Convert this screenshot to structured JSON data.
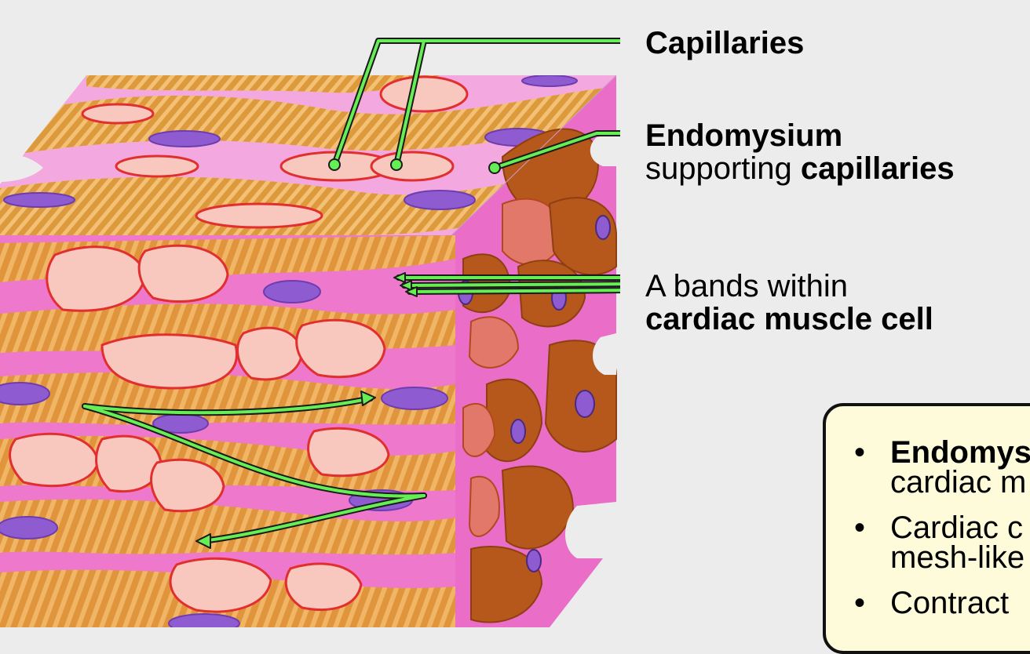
{
  "labels": {
    "capillaries": "Capillaries",
    "endomysium_bold": "Endomysium",
    "endomysium_sub_prefix": "supporting ",
    "endomysium_sub_bold": "capillaries",
    "abands_line1": "A bands within",
    "abands_line2": "cardiac muscle cell"
  },
  "note": {
    "items": [
      {
        "line1_bold": "Endomys",
        "line2": "cardiac m"
      },
      {
        "line1": "Cardiac c",
        "line2": "mesh-like"
      },
      {
        "line1": "Contract"
      }
    ]
  },
  "colors": {
    "background": "#ececec",
    "leader_line": "#66ee55",
    "muscle_fiber": "#e5953a",
    "endomysium": "#ee78cc",
    "capillary": "#f8c8be",
    "capillary_border": "#e12f2f",
    "nucleus": "#8f5bd0",
    "side_face": "#b6581c",
    "note_background": "#fdfbd9"
  }
}
